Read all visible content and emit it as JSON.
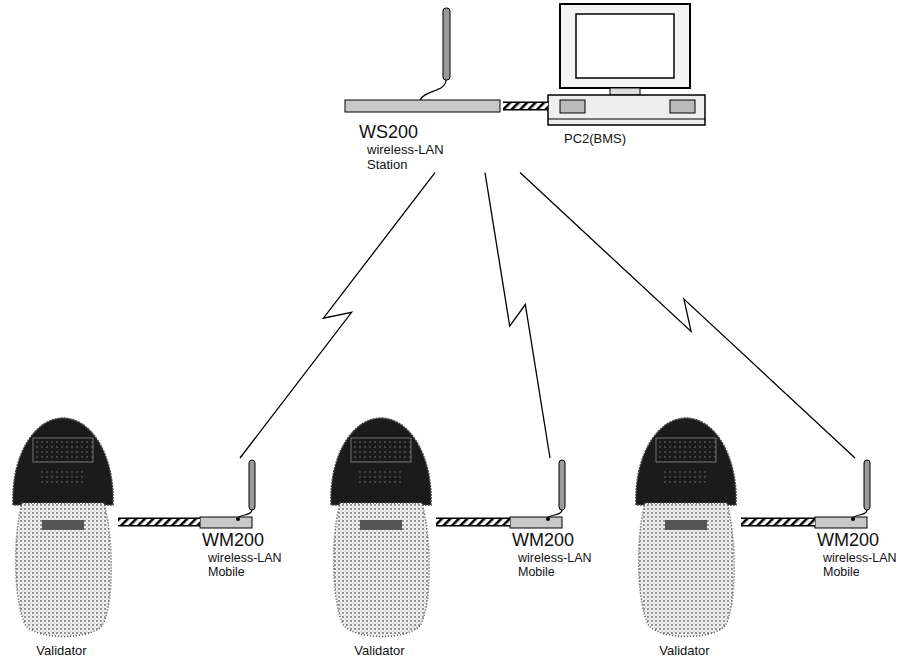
{
  "diagram": {
    "nodes": [
      {
        "text": [
          "WS200",
          "wireless-LAN Station"
        ]
      },
      {
        "text": [
          "PC2(BMS)"
        ]
      },
      {
        "text": [
          "Validator"
        ]
      },
      {
        "text": [
          "WM200",
          "wireless-LAN Mobile"
        ]
      },
      {
        "text": [
          "Validator"
        ]
      },
      {
        "text": [
          "WM200",
          "wireless-LAN Mobile"
        ]
      },
      {
        "text": [
          "Validator"
        ]
      },
      {
        "text": [
          "WM200",
          "wireless-LAN Mobile"
        ]
      }
    ],
    "edges": [
      {
        "from": 0,
        "to": 1,
        "arrow": "none"
      },
      {
        "from": 0,
        "to": 3,
        "arrow": "none"
      },
      {
        "from": 0,
        "to": 5,
        "arrow": "none"
      },
      {
        "from": 0,
        "to": 7,
        "arrow": "none"
      },
      {
        "from": 2,
        "to": 3,
        "arrow": "none"
      },
      {
        "from": 4,
        "to": 5,
        "arrow": "none"
      },
      {
        "from": 6,
        "to": 7,
        "arrow": "none"
      }
    ]
  }
}
